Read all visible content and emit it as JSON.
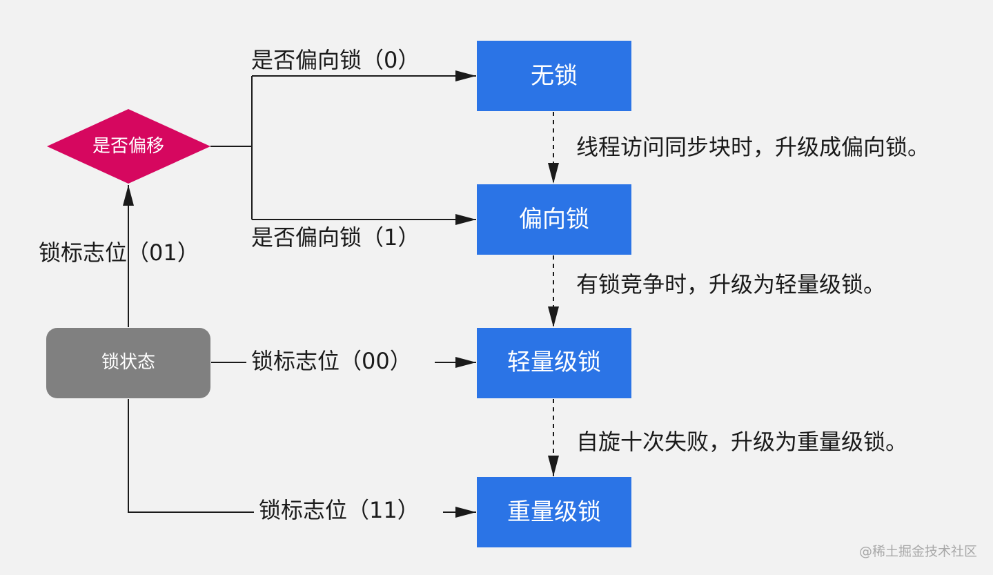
{
  "nodes": {
    "decision": {
      "label": "是否偏移",
      "color": "#d6075f"
    },
    "lock_state": {
      "label": "锁状态",
      "color": "#808080"
    },
    "no_lock": {
      "label": "无锁",
      "color": "#2b74e6"
    },
    "biased_lock": {
      "label": "偏向锁",
      "color": "#2b74e6"
    },
    "lightweight_lock": {
      "label": "轻量级锁",
      "color": "#2b74e6"
    },
    "heavyweight_lock": {
      "label": "重量级锁",
      "color": "#2b74e6"
    }
  },
  "edge_labels": {
    "biased_0": "是否偏向锁（0）",
    "biased_1": "是否偏向锁（1）",
    "flag_01": "锁标志位（01）",
    "flag_00": "锁标志位（00）",
    "flag_11": "锁标志位（11）",
    "upgrade_to_biased": "线程访问同步块时，升级成偏向锁。",
    "upgrade_to_lightweight": "有锁竞争时，升级为轻量级锁。",
    "upgrade_to_heavyweight": "自旋十次失败，升级为重量级锁。"
  },
  "watermark": "@稀土掘金技术社区"
}
